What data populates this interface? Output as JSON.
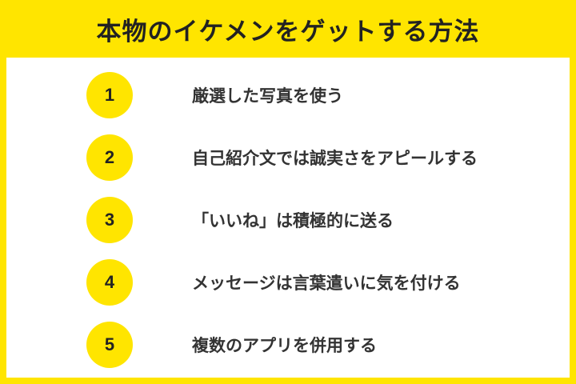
{
  "title": "本物のイケメンをゲットする方法",
  "steps": [
    {
      "number": "1",
      "text": "厳選した写真を使う"
    },
    {
      "number": "2",
      "text": "自己紹介文では誠実さをアピールする"
    },
    {
      "number": "3",
      "text": "「いいね」は積極的に送る"
    },
    {
      "number": "4",
      "text": "メッセージは言葉遣いに気を付ける"
    },
    {
      "number": "5",
      "text": "複数のアプリを併用する"
    }
  ],
  "colors": {
    "accent": "#FFE500",
    "text": "#333333",
    "panel": "#FFFFFF"
  }
}
